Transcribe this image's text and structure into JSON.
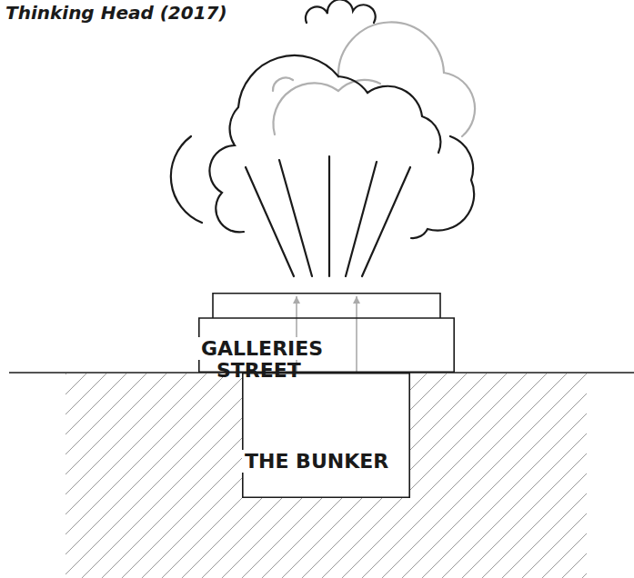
{
  "diagram": {
    "title": "Thinking Head (2017)",
    "nodes": [
      {
        "text": [
          "GALLERIES"
        ]
      },
      {
        "text": [
          "THE BUNKER"
        ]
      }
    ],
    "edges": [
      {
        "from": 1,
        "to": 0,
        "arrow": "to"
      },
      {
        "from": 1,
        "to": 0,
        "arrow": "to"
      }
    ],
    "labels": [
      "STREET"
    ]
  }
}
